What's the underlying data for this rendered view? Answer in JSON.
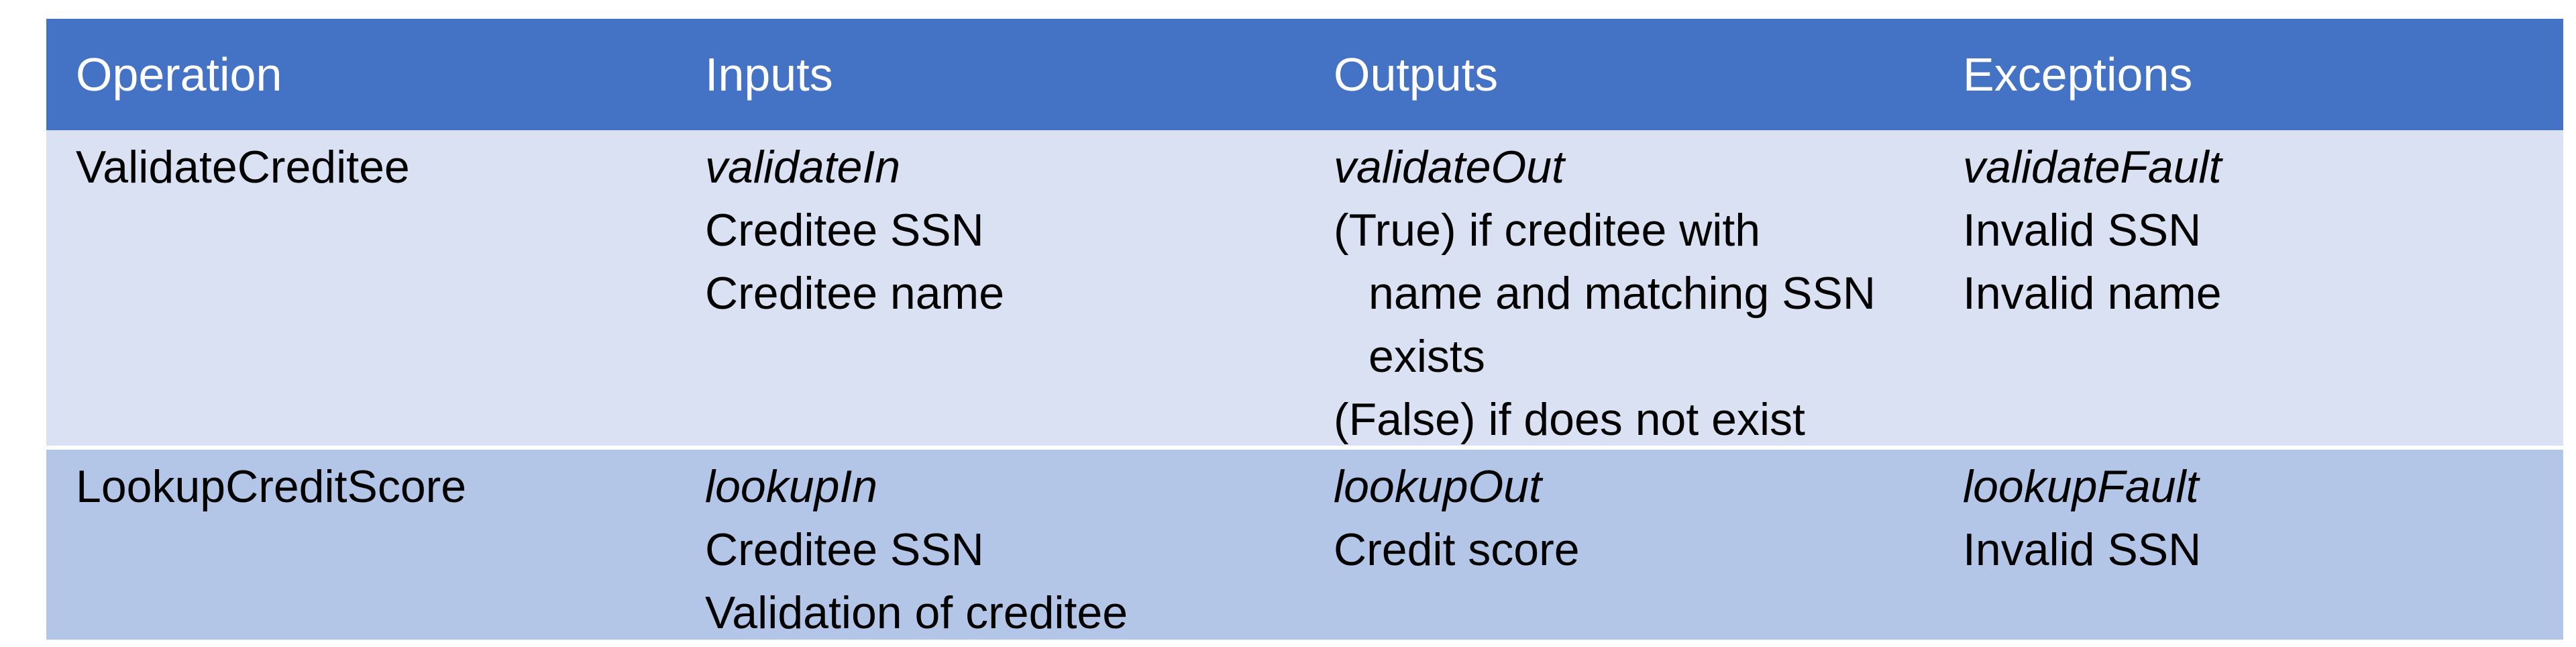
{
  "table": {
    "headers": [
      "Operation",
      "Inputs",
      "Outputs",
      "Exceptions"
    ],
    "rows": [
      {
        "operation": "ValidateCreditee",
        "inputs": {
          "message": "validateIn",
          "items": [
            "Creditee SSN",
            "Creditee name"
          ]
        },
        "outputs": {
          "message": "validateOut",
          "true_line1": "(True) if creditee with",
          "true_line2": "name and matching SSN",
          "true_line3": "exists",
          "false_line": "(False) if does not exist"
        },
        "exceptions": {
          "message": "validateFault",
          "items": [
            "Invalid SSN",
            "Invalid name"
          ]
        }
      },
      {
        "operation": "LookupCreditScore",
        "inputs": {
          "message": "lookupIn",
          "items": [
            "Creditee SSN",
            "Validation of creditee"
          ]
        },
        "outputs": {
          "message": "lookupOut",
          "items": [
            "Credit score"
          ]
        },
        "exceptions": {
          "message": "lookupFault",
          "items": [
            "Invalid SSN"
          ]
        }
      }
    ]
  },
  "colors": {
    "header_bg": "#4472c4",
    "row1_bg": "#d9e1f2",
    "row2_bg": "#b4c6e7"
  }
}
